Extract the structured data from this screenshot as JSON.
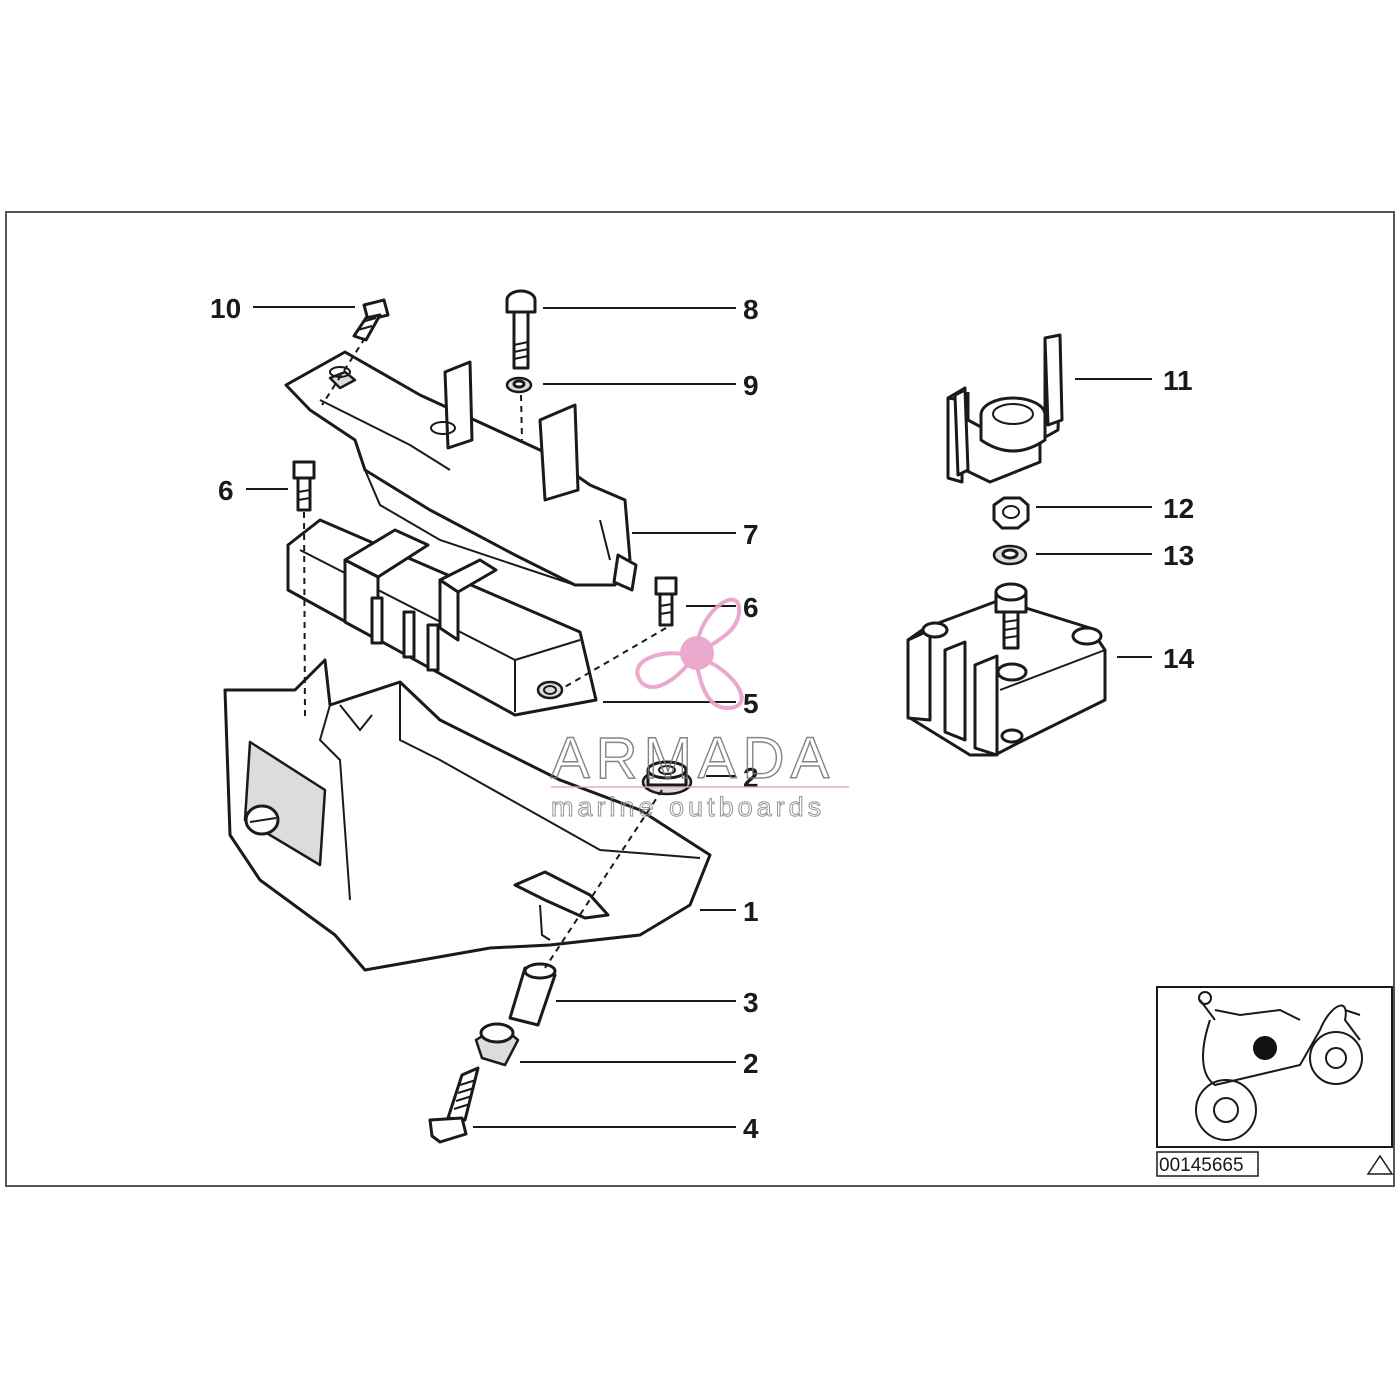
{
  "diagram": {
    "callouts": [
      {
        "id": "c10",
        "label": "10"
      },
      {
        "id": "c8",
        "label": "8"
      },
      {
        "id": "c9",
        "label": "9"
      },
      {
        "id": "c6a",
        "label": "6"
      },
      {
        "id": "c7",
        "label": "7"
      },
      {
        "id": "c6b",
        "label": "6"
      },
      {
        "id": "c5",
        "label": "5"
      },
      {
        "id": "c2a",
        "label": "2"
      },
      {
        "id": "c1",
        "label": "1"
      },
      {
        "id": "c3",
        "label": "3"
      },
      {
        "id": "c2b",
        "label": "2"
      },
      {
        "id": "c4",
        "label": "4"
      },
      {
        "id": "c11",
        "label": "11"
      },
      {
        "id": "c12",
        "label": "12"
      },
      {
        "id": "c13",
        "label": "13"
      },
      {
        "id": "c14",
        "label": "14"
      }
    ],
    "reference_code": "00145665"
  },
  "watermark": {
    "brand": "ARMADA",
    "tagline": "marine outboards",
    "logo_icon": "propeller-logo-icon",
    "logo_color": "#e8a0c8"
  },
  "colors": {
    "line": "#1a1a1a",
    "frame": "#555555",
    "watermark_text": "#777777"
  }
}
